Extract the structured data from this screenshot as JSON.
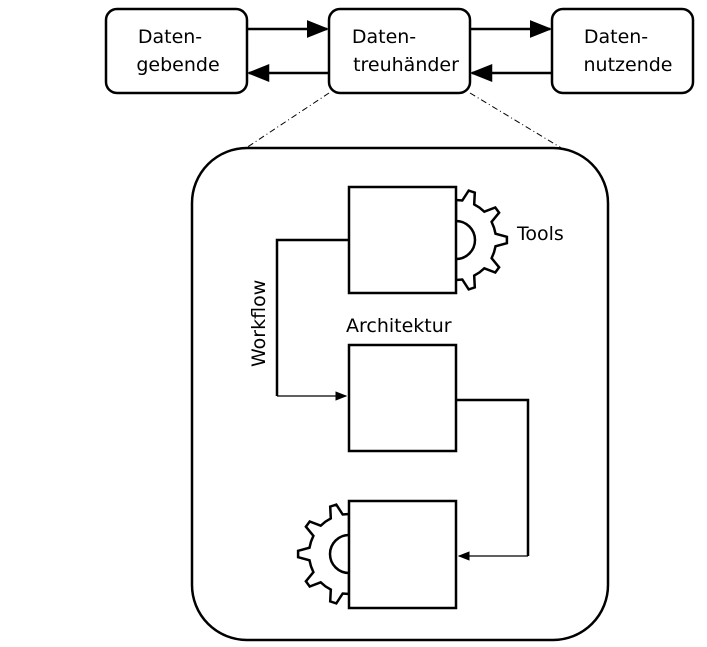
{
  "top_nodes": {
    "data_givers": {
      "line1": "Daten-",
      "line2": "gebende"
    },
    "data_trustee": {
      "line1": "Daten-",
      "line2": "treuhänder"
    },
    "data_users": {
      "line1": "Daten-",
      "line2": "nutzende"
    }
  },
  "detail": {
    "tools_label": "Tools",
    "architecture_label": "Architektur",
    "workflow_label": "Workflow"
  },
  "colors": {
    "stroke": "#000000",
    "background": "#ffffff"
  }
}
